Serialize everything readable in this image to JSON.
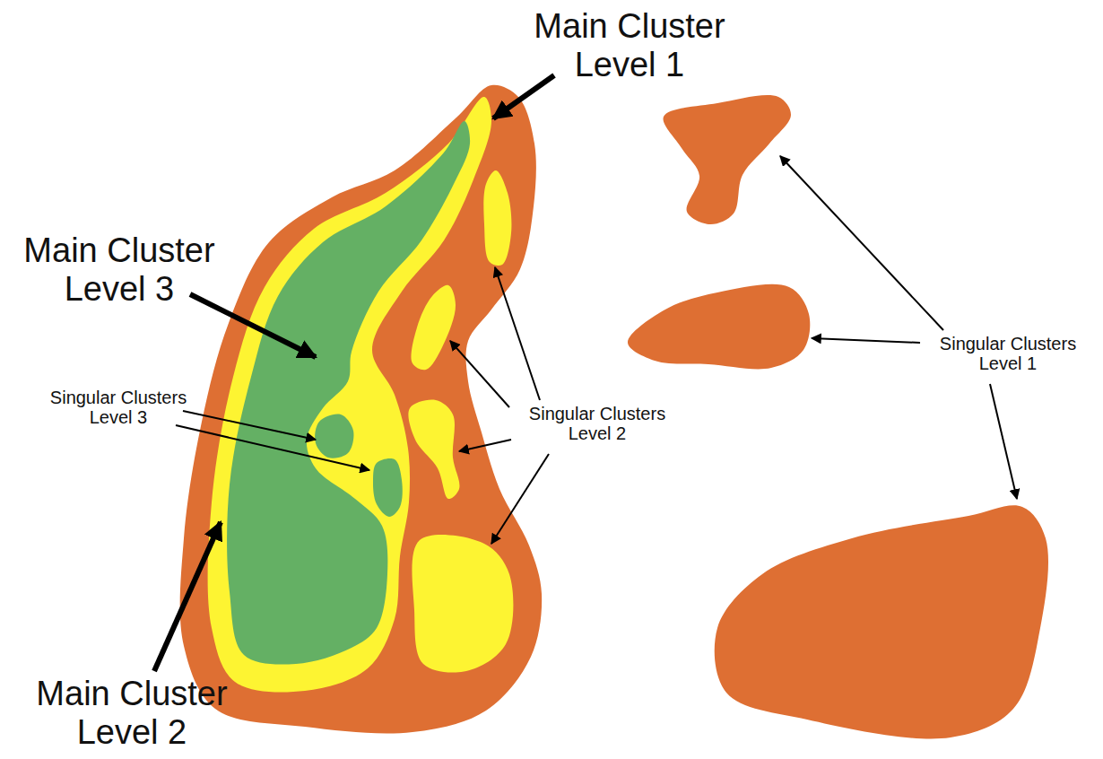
{
  "diagram": {
    "labels": [
      "Main Cluster Level 1",
      "Main Cluster Level 3",
      "Singular Clusters Level 3",
      "Singular Clusters Level 2",
      "Singular Clusters Level 1",
      "Main Cluster Level 2"
    ]
  }
}
